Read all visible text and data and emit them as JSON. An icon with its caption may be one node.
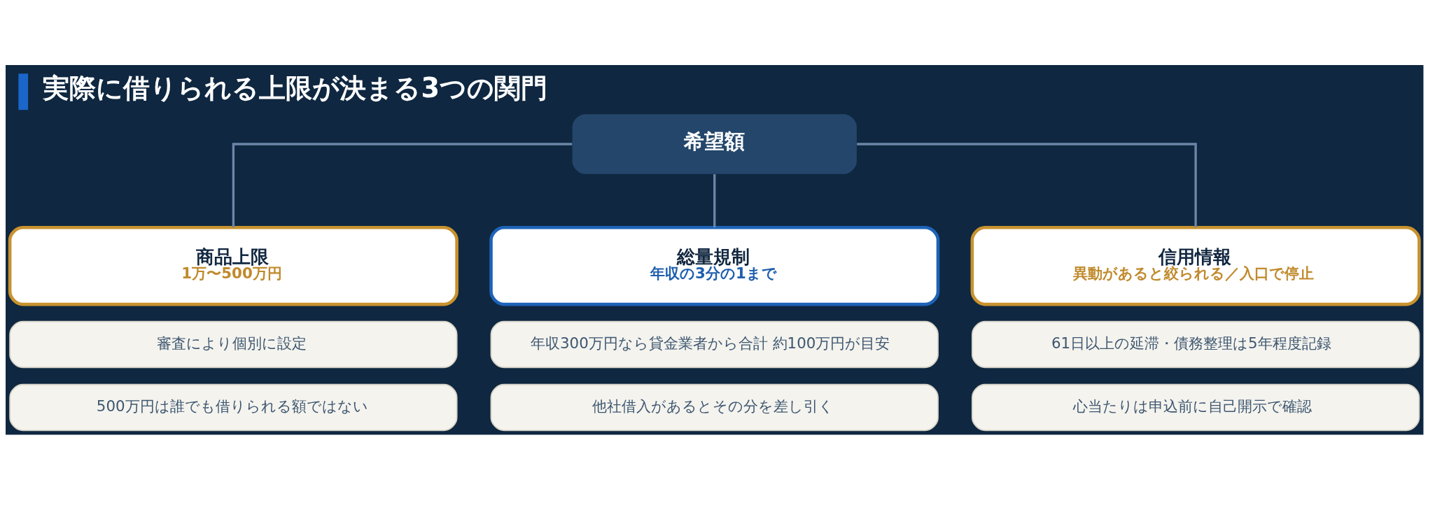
{
  "diagram": {
    "title": "実際に借りられる上限が決まる3つの関門",
    "nodes": [
      {
        "text": [
          "希望額"
        ]
      },
      {
        "text": [
          "商品上限",
          "1万〜500万円"
        ]
      },
      {
        "text": [
          "審査により個別に設定"
        ]
      },
      {
        "text": [
          "500万円は誰でも借りられる額ではない"
        ]
      },
      {
        "text": [
          "総量規制",
          "年収の3分の1まで"
        ]
      },
      {
        "text": [
          "年収300万円なら貸金業者から合計 約100万円が目安"
        ]
      },
      {
        "text": [
          "他社借入があるとその分を差し引く"
        ]
      },
      {
        "text": [
          "信用情報",
          "異動があると絞られる／入口で停止"
        ]
      },
      {
        "text": [
          "61日以上の延滞・債務整理は5年程度記録"
        ]
      },
      {
        "text": [
          "心当たりは申込前に自己開示で確認"
        ]
      }
    ],
    "edges": [
      {
        "from": 0,
        "to": 1,
        "arrow": "none"
      },
      {
        "from": 0,
        "to": 4,
        "arrow": "none"
      },
      {
        "from": 0,
        "to": 7,
        "arrow": "none"
      }
    ]
  }
}
